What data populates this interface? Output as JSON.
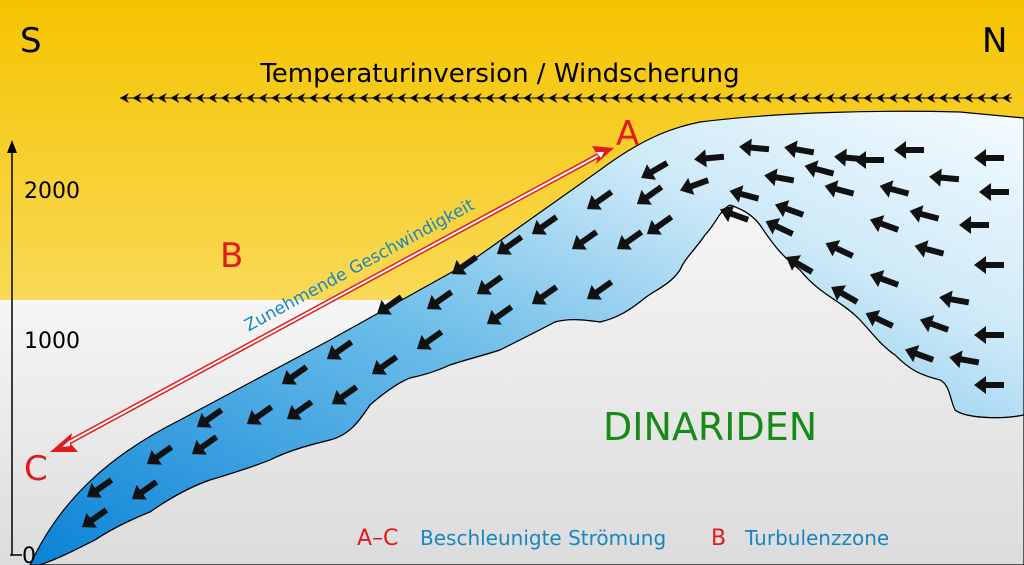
{
  "compass": {
    "south": "S",
    "north": "N"
  },
  "title": "Temperaturinversion / Windscherung",
  "axis": {
    "ticks": [
      "0",
      "1000",
      "2000"
    ]
  },
  "markers": {
    "a": "A",
    "b": "B",
    "c": "C"
  },
  "slope_label": "Zunehmende Geschwindigkeit",
  "mountain_label": "DINARIDEN",
  "legend": {
    "ac_key": "A–C",
    "ac_text": "Beschleunigte Strömung",
    "b_key": "B",
    "b_text": "Turbulenzzone"
  },
  "colors": {
    "sky_top": "#f5c400",
    "sky_bottom": "#fdf3c4",
    "flow_dark": "#0a82d6",
    "flow_light": "#eaf6fd",
    "mountain": "#e2e2e2",
    "marker_red": "#e31a1c",
    "label_green": "#178a17",
    "label_blue": "#1a86c0"
  }
}
